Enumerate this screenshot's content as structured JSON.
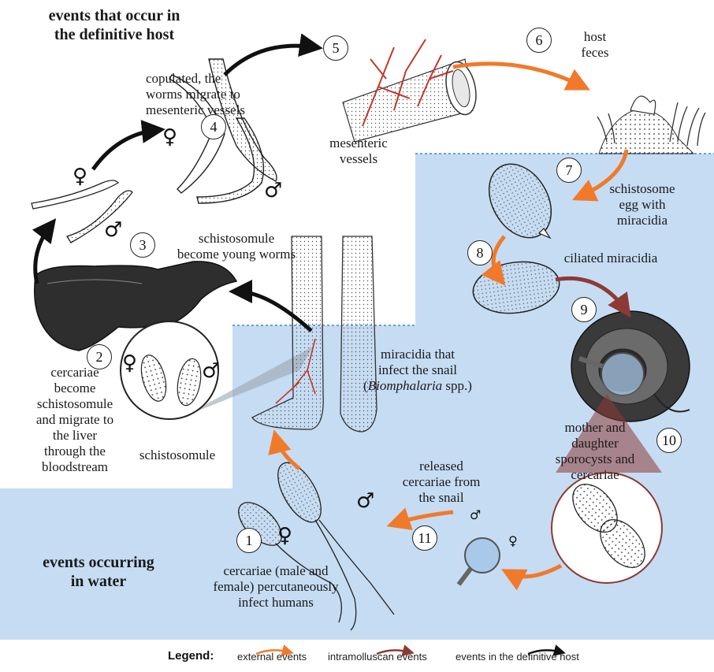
{
  "headings": {
    "definitive_host": "events that occur in\nthe definitive host",
    "water": "events occurring\nin water"
  },
  "steps": [
    {
      "n": "1",
      "label": "cercariae (male and\nfemale) percutaneously\ninfect humans"
    },
    {
      "n": "2",
      "label": "cercariae\nbecome\nschistosomule\nand migrate to\nthe liver\nthrough the\nbloodstream"
    },
    {
      "n": "3",
      "label": "schistosomule\nbecome young worms"
    },
    {
      "n": "4",
      "label": "copulated, the\nworms migrate to\nmesenteric vessels"
    },
    {
      "n": "5",
      "label": "mesenteric\nvessels"
    },
    {
      "n": "6",
      "label": "host\nfeces"
    },
    {
      "n": "7",
      "label": "schistosome\negg with\nmiracidia"
    },
    {
      "n": "8",
      "label": "ciliated miracidia"
    },
    {
      "n": "9",
      "label_pre": "miracidia that\ninfect the snail\n(",
      "label_italic": "Biomphalaria",
      "label_post": " spp.)"
    },
    {
      "n": "10",
      "label": "mother and\ndaughter\nsporocysts and\ncercariae"
    },
    {
      "n": "11",
      "label": "released\ncercariae from\nthe snail"
    }
  ],
  "extra_labels": {
    "schistosomule": "schistosomule"
  },
  "symbols": {
    "female": "♀",
    "male": "♂"
  },
  "legend": {
    "title": "Legend:",
    "items": [
      {
        "label": "external events",
        "color": "#f07a2a"
      },
      {
        "label": "intramolluscan events",
        "color": "#8e3a34"
      },
      {
        "label": "events in the definitive host",
        "color": "#111111"
      }
    ]
  },
  "colors": {
    "water": "#c6dcf3",
    "external_arrow": "#f07a2a",
    "intramolluscan_arrow": "#8e3a34",
    "host_arrow": "#111111",
    "vessel_red": "#c0392b"
  }
}
